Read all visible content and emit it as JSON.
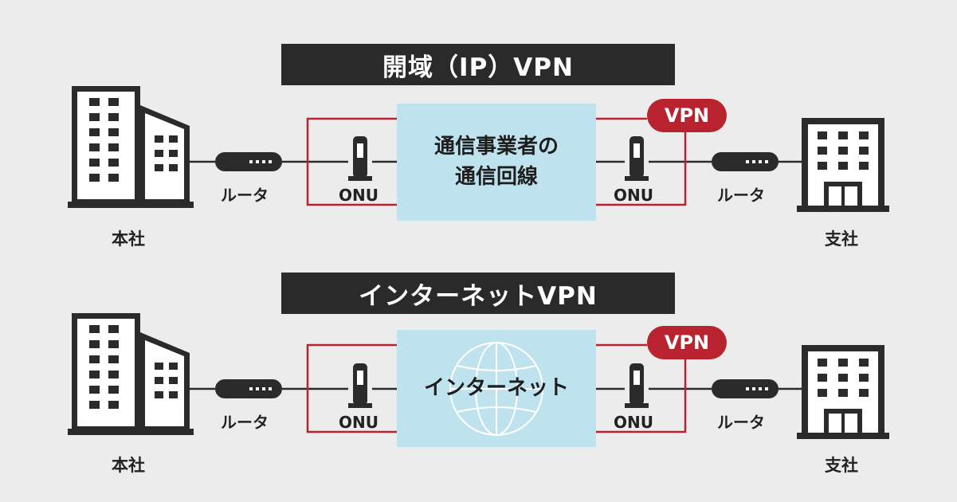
{
  "top": {
    "title": "開域（IP）VPN",
    "cloud_lines": [
      "通信事業者の",
      "通信回線"
    ],
    "vpn_badge": "VPN",
    "onu_left": "ONU",
    "onu_right": "ONU",
    "router_left": "ルータ",
    "router_right": "ルータ",
    "hq_label": "本社",
    "branch_label": "支社"
  },
  "bottom": {
    "title": "インターネットVPN",
    "cloud_lines": [
      "インターネット"
    ],
    "vpn_badge": "VPN",
    "onu_left": "ONU",
    "onu_right": "ONU",
    "router_left": "ルータ",
    "router_right": "ルータ",
    "hq_label": "本社",
    "branch_label": "支社"
  },
  "colors": {
    "background": "#ececec",
    "title_bar": "#2a2a2a",
    "network_area": "#bfe3ee",
    "vpn_red": "#b8232f",
    "device_dark": "#2b2b2b"
  },
  "icons": {
    "headquarters": "office-building-icon",
    "branch": "branch-building-icon",
    "router": "router-icon",
    "onu": "onu-icon",
    "internet": "globe-icon"
  }
}
